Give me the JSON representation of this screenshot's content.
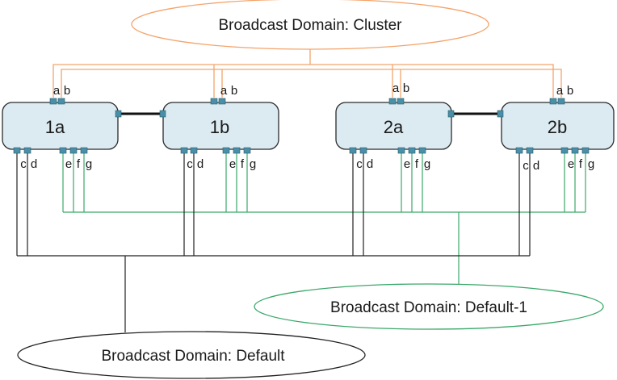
{
  "domains": {
    "cluster": {
      "label": "Broadcast Domain:  Cluster",
      "color": "#f4a36a"
    },
    "default1": {
      "label": "Broadcast Domain:  Default-1",
      "color": "#3aa86a"
    },
    "default": {
      "label": "Broadcast Domain:  Default",
      "color": "#222222"
    }
  },
  "nodes": [
    {
      "id": "1a",
      "label": "1a"
    },
    {
      "id": "1b",
      "label": "1b"
    },
    {
      "id": "2a",
      "label": "2a"
    },
    {
      "id": "2b",
      "label": "2b"
    }
  ],
  "ports": {
    "top": [
      "a",
      "b"
    ],
    "bottom_left": [
      "c",
      "d"
    ],
    "bottom_right": [
      "e",
      "f",
      "g"
    ]
  },
  "colors": {
    "node_fill": "#dcebf2",
    "node_stroke": "#2b2b2b",
    "port_fill": "#4a8fa8",
    "interconnect": "#111111"
  }
}
